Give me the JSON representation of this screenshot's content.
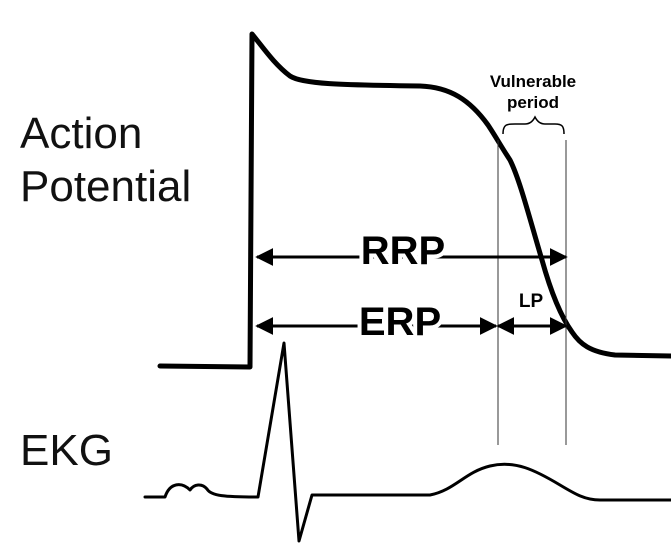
{
  "labels": {
    "action_potential_line1": "Action",
    "action_potential_line2": "Potential",
    "ekg": "EKG",
    "vulnerable_line1": "Vulnerable",
    "vulnerable_line2": "period",
    "rrp": "RRP",
    "erp": "ERP",
    "lp": "LP"
  },
  "colors": {
    "ink": "#000000",
    "background": "#ffffff"
  }
}
